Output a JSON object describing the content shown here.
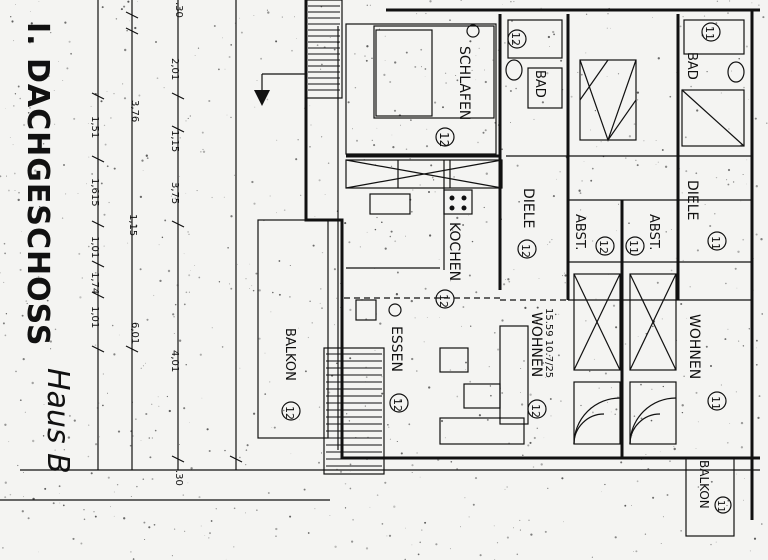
{
  "title": "I. DACHGESCHOSS",
  "signature": "Haus B",
  "rooms": {
    "schlafen": {
      "label": "SCHLAFEN",
      "num": "12"
    },
    "bad_left": {
      "label": "BAD",
      "num": "12"
    },
    "bad_right": {
      "label": "BAD",
      "num": "11"
    },
    "diele_left": {
      "label": "DIELE",
      "num": "12"
    },
    "diele_right": {
      "label": "DIELE",
      "num": "11"
    },
    "abst_left": {
      "label": "ABST.",
      "num": "12"
    },
    "abst_right": {
      "label": "ABST.",
      "num": "11"
    },
    "kochen": {
      "label": "KOCHEN",
      "num": "12"
    },
    "essen": {
      "label": "ESSEN",
      "num": "12"
    },
    "wohnen_left": {
      "label": "WOHNEN",
      "num": "12"
    },
    "wohnen_right": {
      "label": "WOHNEN",
      "num": "11"
    },
    "balkon_left": {
      "label": "BALKON",
      "num": "12"
    },
    "balkon_right": {
      "label": "BALKON",
      "num": "11"
    },
    "area_note": "15.59 10.7/25"
  },
  "dimensions": {
    "col1": [
      "3,76",
      "1,51",
      "1,615",
      "1,01",
      "1,74",
      "1,01"
    ],
    "col2": [
      "2,01",
      "1,15",
      "1,15",
      "6,01"
    ],
    "col3": [
      "3,75",
      "4,01"
    ],
    "top": ".30",
    "bottom": ".30"
  }
}
